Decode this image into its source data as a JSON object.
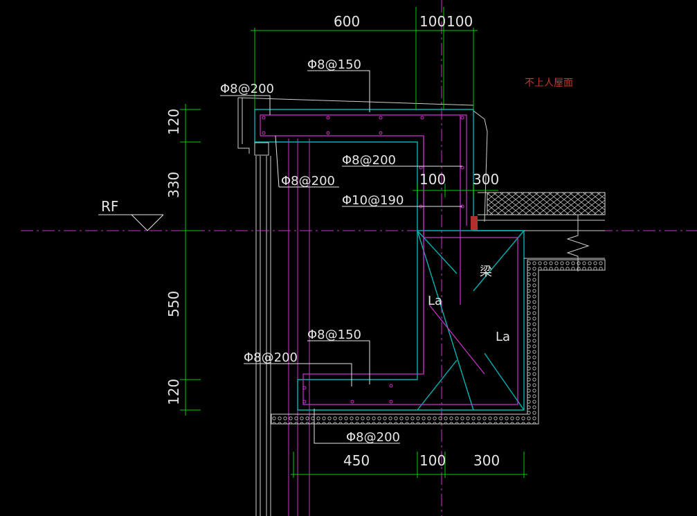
{
  "dims": {
    "top_600": "600",
    "top_100a": "100",
    "top_100b": "100",
    "left_120a": "120",
    "left_330": "330",
    "left_550": "550",
    "left_120b": "120",
    "mid_100": "100",
    "mid_300": "300",
    "bot_450": "450",
    "bot_100": "100",
    "bot_300": "300"
  },
  "rebar": {
    "top_slab": "Φ8@150",
    "top_left": "Φ8@200",
    "inner_left": "Φ8@200",
    "vertical": "Φ8@200",
    "vertical_b": "Φ10@190",
    "bottom_slab": "Φ8@150",
    "bottom_left": "Φ8@200",
    "bottom_under": "Φ8@200"
  },
  "labels": {
    "rf": "RF",
    "roof_note": "不上人屋面",
    "beam": "梁",
    "la_left": "La",
    "la_right": "La"
  },
  "colors": {
    "background": "#000000",
    "dimension": "#00d100",
    "concrete": "#00b3b3",
    "rebar": "#cc33cc",
    "text": "#e6e6e6",
    "note": "#c0392b",
    "axis": "#cc33cc",
    "insulation": "#e6e6e6"
  }
}
